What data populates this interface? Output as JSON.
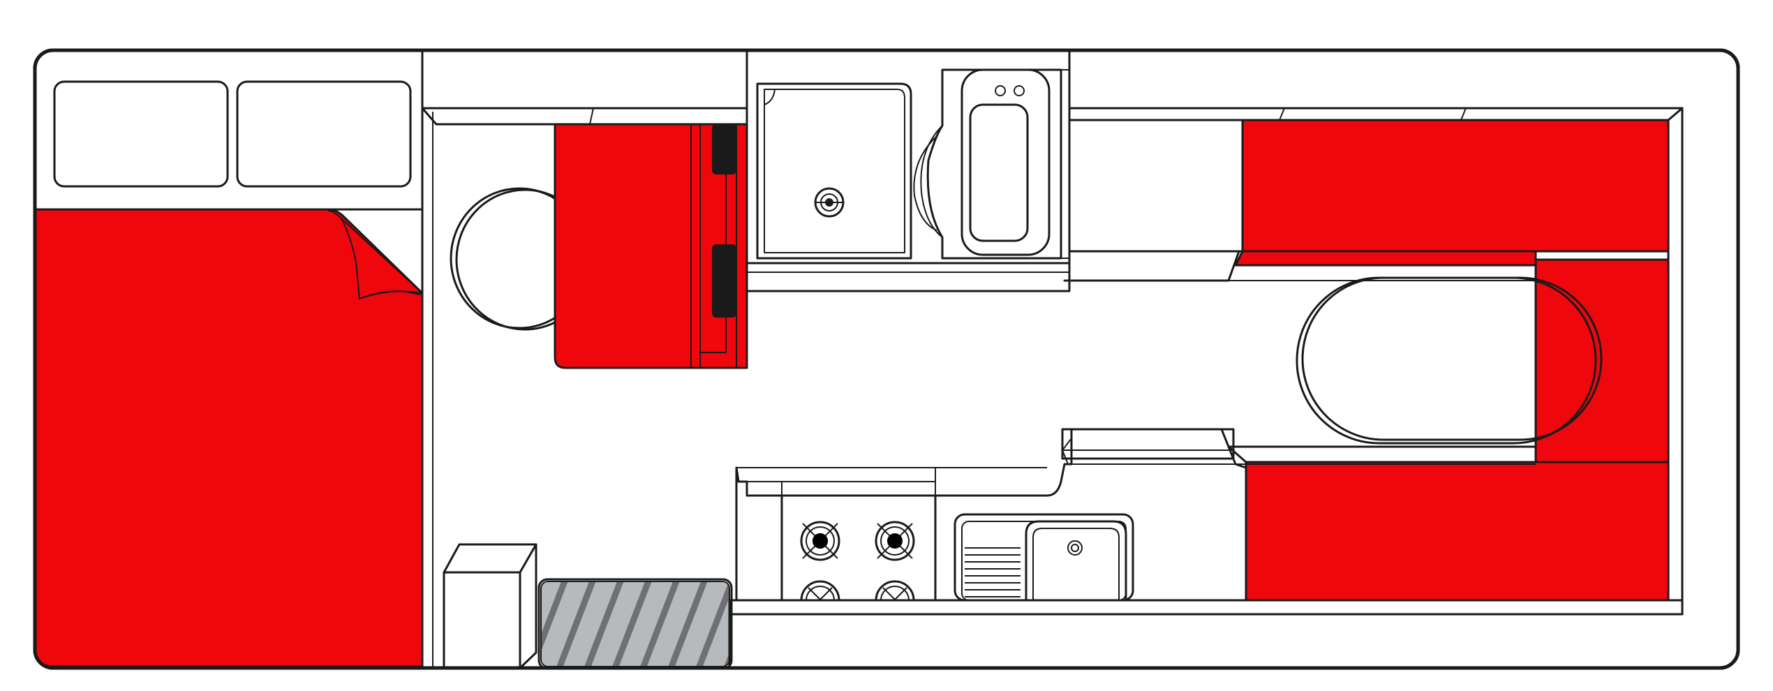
{
  "floor_plan": {
    "colors": {
      "upholstery": "#f0060d",
      "outline": "#1a1a1a",
      "background": "#ffffff",
      "step_mat": "#b7babd",
      "step_stripes": "#6e7073",
      "cooktop_rings": "#1a1a1a",
      "burner_centre": "#000000",
      "bench_handles": "#1a1a1a"
    },
    "elements": [
      "double-bed-rear",
      "overhead-cabinets",
      "round-dining-table",
      "front-passenger-bench",
      "bathroom-sink",
      "shower-toilet-unit",
      "rear-u-shaped-lounge",
      "oval-lounge-table",
      "four-burner-cooktop",
      "kitchen-sink-drainer",
      "fridge-cabinet",
      "entry-step"
    ]
  }
}
